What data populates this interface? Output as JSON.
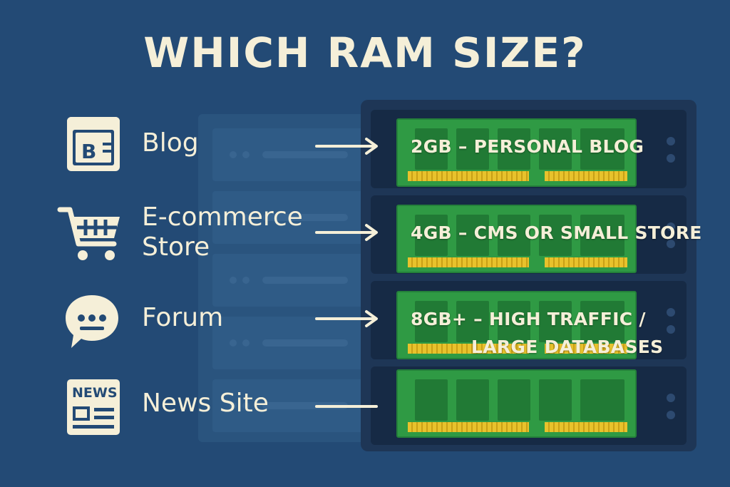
{
  "title": "WHICH RAM SIZE?",
  "categories": [
    {
      "label": "Blog",
      "icon": "blog-icon",
      "icon_letter": "B",
      "tier": "2GB – PERSONAL BLOG"
    },
    {
      "label_line1": "E-commerce",
      "label_line2": "Store",
      "icon": "shopping-cart-icon",
      "tier": "4GB – CMS OR SMALL STORE"
    },
    {
      "label": "Forum",
      "icon": "chat-bubble-icon",
      "tier_line1": "8GB+ – HIGH TRAFFIC /",
      "tier_line2": "LARGE DATABASES"
    },
    {
      "label": "News Site",
      "icon": "newspaper-icon",
      "icon_text": "NEWS",
      "tier": ""
    }
  ],
  "colors": {
    "background": "#234a75",
    "text": "#f5efd8",
    "ram_board": "#2f9a44",
    "ram_pins": "#e8c22c",
    "rack": "#1e3656"
  }
}
